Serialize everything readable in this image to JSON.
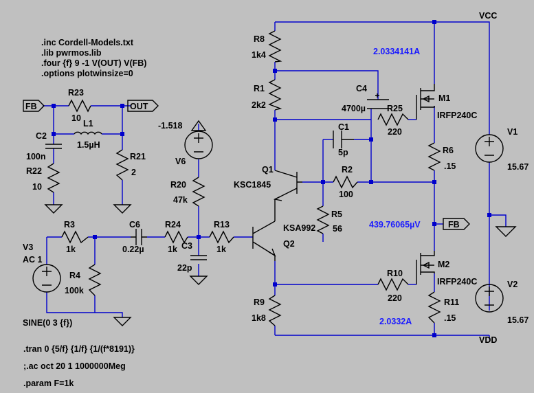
{
  "directives": [
    ".inc Cordell-Models.txt",
    ".lib pwrmos.lib",
    ".four {f} 9 -1 V(OUT) V(FB)",
    ".options plotwinsize=0"
  ],
  "analysis": [
    ".tran 0 {5/f} {1/f} {1/(f*8191)}",
    ";.ac oct 20 1 1000000Meg",
    ".param F=1k"
  ],
  "nets": {
    "vcc": "VCC",
    "vdd": "VDD",
    "fb": "FB",
    "out": "OUT"
  },
  "components": {
    "R8": {
      "name": "R8",
      "value": "1k4"
    },
    "R1": {
      "name": "R1",
      "value": "2k2"
    },
    "C4": {
      "name": "C4",
      "value": "4700µ"
    },
    "M1": {
      "name": "M1",
      "value": "IRFP240C"
    },
    "R25": {
      "name": "R25",
      "value": "220"
    },
    "C1": {
      "name": "C1",
      "value": "5p"
    },
    "R6": {
      "name": "R6",
      "value": ".15"
    },
    "Q1": {
      "name": "Q1",
      "value": "KSC1845"
    },
    "R2": {
      "name": "R2",
      "value": "100"
    },
    "R5": {
      "name": "R5",
      "value": "56"
    },
    "Q2": {
      "name": "Q2",
      "value": "KSA992"
    },
    "M2": {
      "name": "M2",
      "value": "IRFP240C"
    },
    "R10": {
      "name": "R10",
      "value": "220"
    },
    "R11": {
      "name": "R11",
      "value": ".15"
    },
    "R9": {
      "name": "R9",
      "value": "1k8"
    },
    "V1": {
      "name": "V1",
      "value": "15.67"
    },
    "V2": {
      "name": "V2",
      "value": "15.67"
    },
    "R23": {
      "name": "R23",
      "value": "10"
    },
    "L1": {
      "name": "L1",
      "value": "1.5µH"
    },
    "C2": {
      "name": "C2",
      "value": "100n"
    },
    "R22": {
      "name": "R22",
      "value": "10"
    },
    "R21": {
      "name": "R21",
      "value": "2"
    },
    "V6": {
      "name": "V6",
      "value": "-1.518"
    },
    "R20": {
      "name": "R20",
      "value": "47k"
    },
    "R3": {
      "name": "R3",
      "value": "1k"
    },
    "C6": {
      "name": "C6",
      "value": "0.22µ"
    },
    "R24": {
      "name": "R24",
      "value": "1k"
    },
    "C3": {
      "name": "C3",
      "value": "22p"
    },
    "R13": {
      "name": "R13",
      "value": "1k"
    },
    "V3": {
      "name": "V3",
      "value": "AC 1"
    },
    "V3_source": "SINE(0 3 {f})",
    "R4": {
      "name": "R4",
      "value": "100k"
    }
  },
  "measurements": {
    "i_top": "2.0334141A",
    "v_fb": "439.76065µV",
    "i_bottom": "2.0332A"
  },
  "colors": {
    "background": "#c0c0c0",
    "wire": "#0000cc",
    "component": "#000000",
    "measurement": "#1a1aff"
  }
}
